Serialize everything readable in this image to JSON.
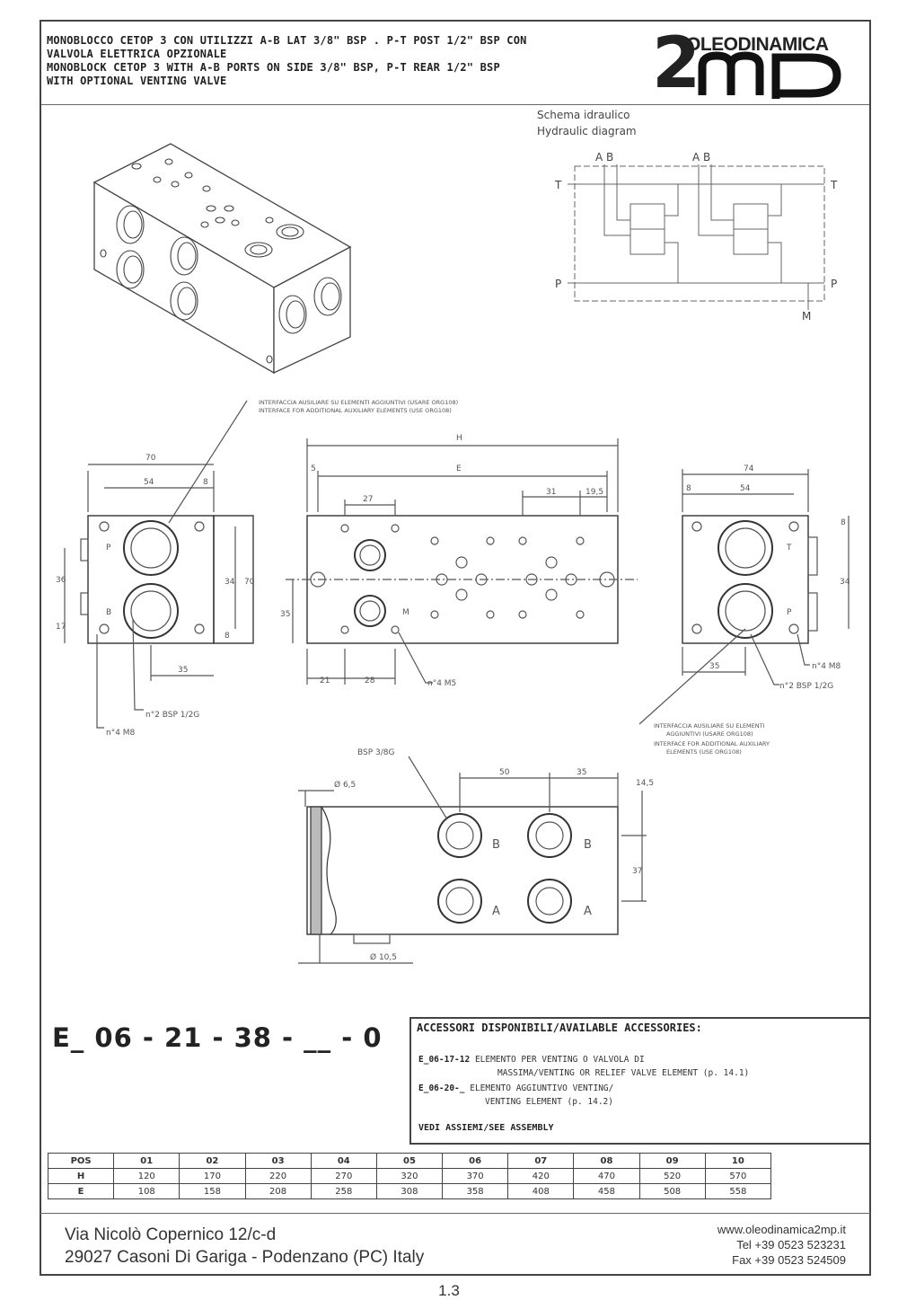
{
  "header": {
    "title_lines": [
      "MONOBLOCCO CETOP 3 CON UTILIZZI A-B LAT 3/8\" BSP . P-T POST 1/2\" BSP CON",
      "VALVOLA ELETTRICA OPZIONALE",
      "MONOBLOCK CETOP 3 WITH A-B PORTS ON SIDE 3/8\" BSP, P-T REAR 1/2\" BSP",
      "WITH OPTIONAL VENTING VALVE"
    ],
    "logo_number": "2",
    "logo_name": "OLEODINAMICA",
    "logo_mark": "mp"
  },
  "hydraulic": {
    "label_it": "Schema idraulico",
    "label_en": "Hydraulic diagram",
    "port_ab_1": "A B",
    "port_ab_2": "A B",
    "port_t_left": "T",
    "port_t_right": "T",
    "port_p_left": "P",
    "port_p_right": "P",
    "port_m": "M"
  },
  "drawing": {
    "note_it_1": "INTERFACCIA AUSILIARE SU ELEMENTI AGGIUNTIVI (USARE ORG108)",
    "note_en_1": "INTERFACE FOR ADDITIONAL AUXILIARY ELEMENTS (USE ORG108)",
    "note_it_2a": "INTERFACCIA AUSILIARE SU ELEMENTI",
    "note_it_2b": "AGGIUNTIVI (USARE ORG108)",
    "note_en_2a": "INTERFACE FOR ADDITIONAL AUXILIARY",
    "note_en_2b": "ELEMENTS (USE ORG108)",
    "left": {
      "d70": "70",
      "d54": "54",
      "d8": "8",
      "d36": "36",
      "d17": "17",
      "d34": "34",
      "d70v": "70",
      "d8b": "8",
      "d35": "35",
      "hole": "n°2 BSP 1/2G",
      "tap": "n°4 M8",
      "pt": "P",
      "pb": "B"
    },
    "top": {
      "dH": "H",
      "dE": "E",
      "d5": "5",
      "d27": "27",
      "d31": "31",
      "d19": "19,5",
      "d35": "35",
      "d21": "21",
      "d28": "28",
      "thread": "n°4 M5",
      "m": "M"
    },
    "right": {
      "d74": "74",
      "d8": "8",
      "d54": "54",
      "d8b": "8",
      "d34": "34",
      "d35": "35",
      "hole": "n°2 BSP 1/2G",
      "tap": "n°4 M8",
      "pt": "T",
      "pp": "P"
    },
    "bottom": {
      "bsp": "BSP 3/8G",
      "d50": "50",
      "d35": "35",
      "d14": "14,5",
      "d37": "37",
      "d65": "Ø 6,5",
      "d105": "Ø 10,5",
      "b1": "B",
      "b2": "B",
      "a1": "A",
      "a2": "A"
    }
  },
  "code": "E_ 06 - 21 - 38 - __ - 0",
  "accessories": {
    "title": "ACCESSORI DISPONIBILI/AVAILABLE ACCESSORIES:",
    "item1_code": "E_06-17-12",
    "item1_l1": "ELEMENTO PER VENTING O VALVOLA DI",
    "item1_l2": "MASSIMA/VENTING OR RELIEF VALVE ELEMENT (p. 14.1)",
    "item2_code": "E_06-20-_",
    "item2_l1": "ELEMENTO AGGIUNTIVO VENTING/",
    "item2_l2": "VENTING ELEMENT   (p. 14.2)",
    "footer": "VEDI ASSIEMI/SEE ASSEMBLY"
  },
  "table": {
    "header": [
      "POS",
      "01",
      "02",
      "03",
      "04",
      "05",
      "06",
      "07",
      "08",
      "09",
      "10"
    ],
    "rows": [
      [
        "H",
        "120",
        "170",
        "220",
        "270",
        "320",
        "370",
        "420",
        "470",
        "520",
        "570"
      ],
      [
        "E",
        "108",
        "158",
        "208",
        "258",
        "308",
        "358",
        "408",
        "458",
        "508",
        "558"
      ]
    ]
  },
  "address": {
    "line1": "Via Nicolò Copernico 12/c-d",
    "line2": "29027 Casoni Di Gariga - Podenzano (PC) Italy"
  },
  "contact": {
    "web": "www.oleodinamica2mp.it",
    "tel": "Tel +39 0523 523231",
    "fax": "Fax +39 0523 524509"
  },
  "page": "1.3"
}
